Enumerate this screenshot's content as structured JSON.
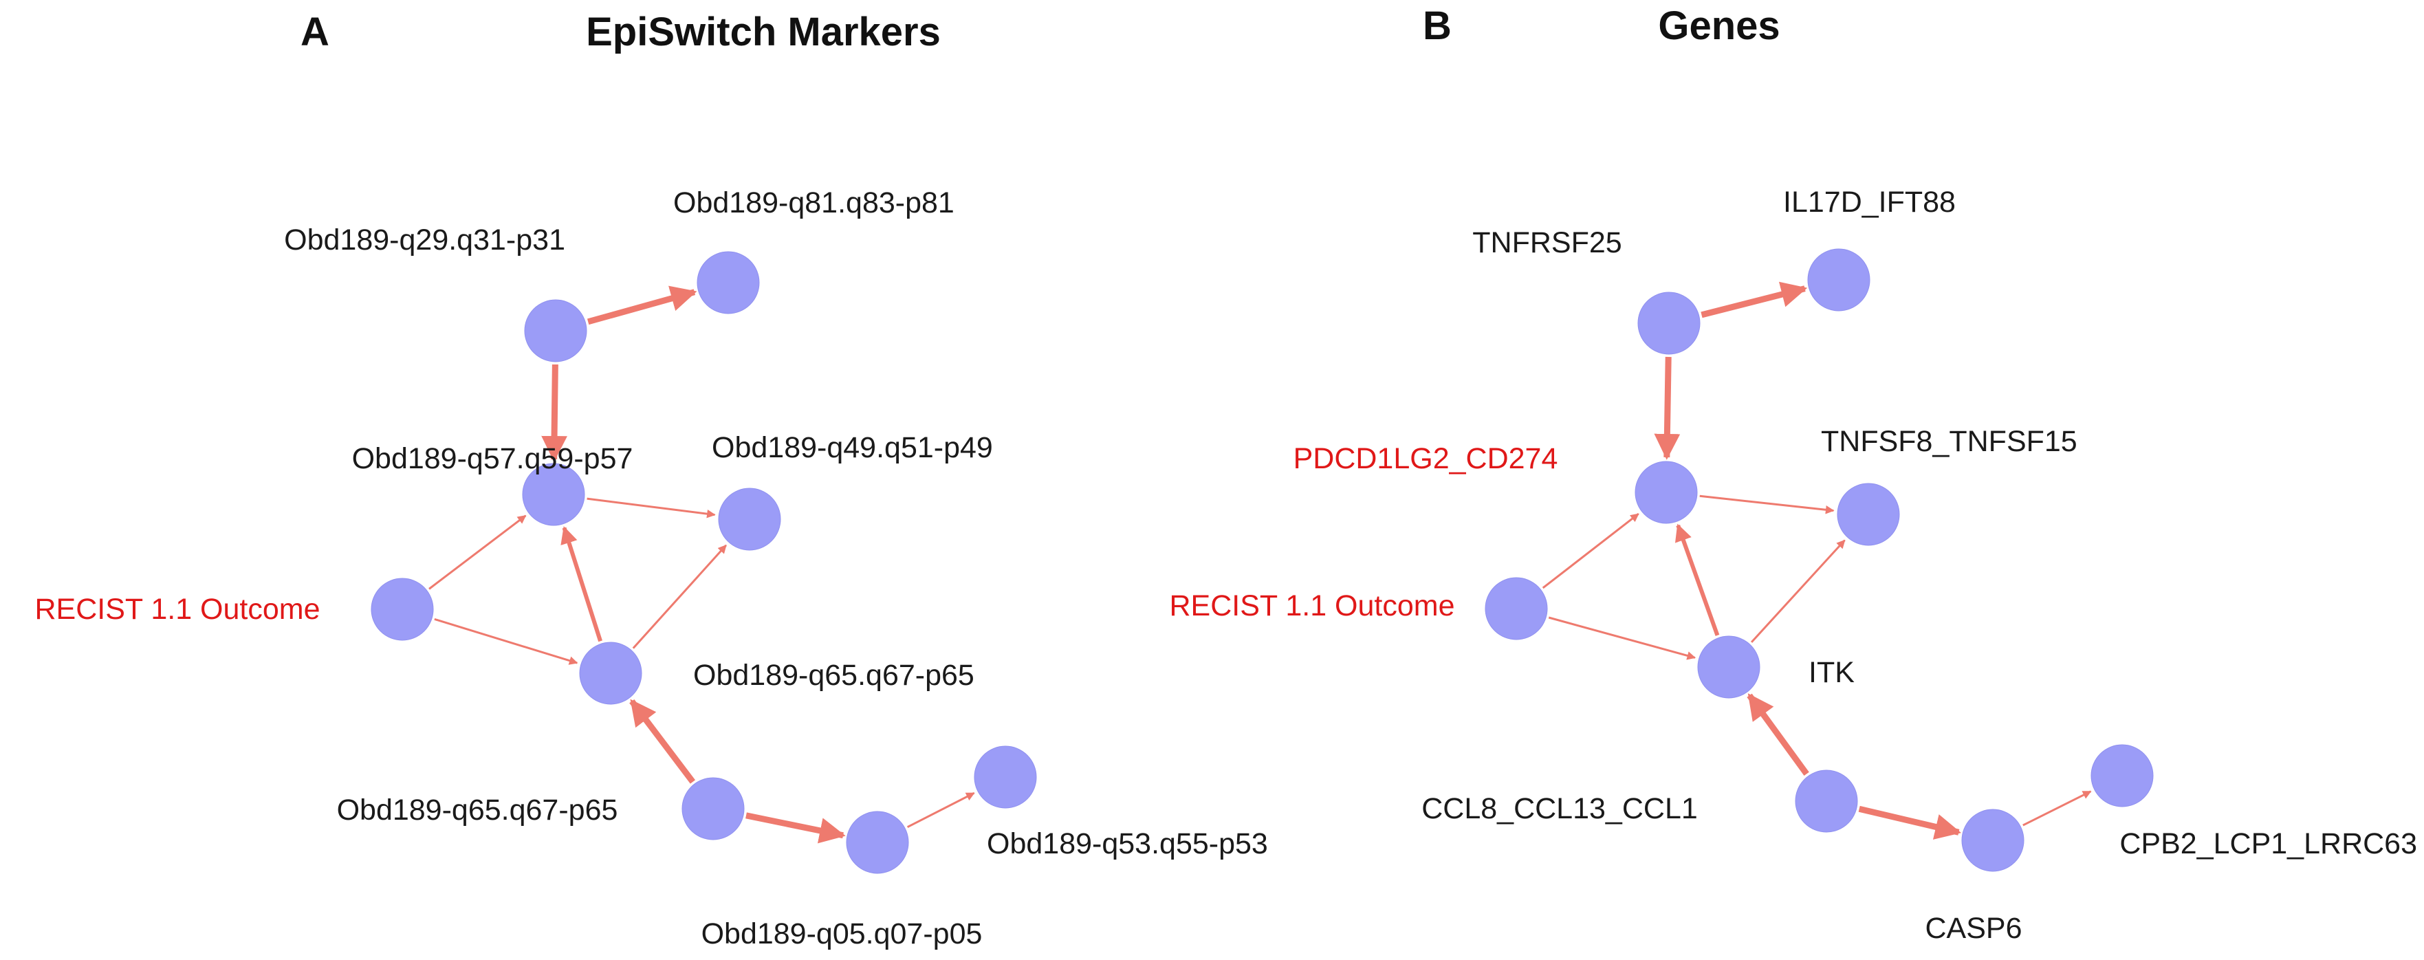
{
  "panels": [
    {
      "letter": "A",
      "title": "EpiSwitch Markers",
      "colors": {
        "node": "#9b9cf7",
        "edge": "#ee7a6e",
        "highlight": "#e01818"
      },
      "nodes": [
        {
          "id": "a_q29",
          "label": "Obd189-q29.q31-p31",
          "highlight": false
        },
        {
          "id": "a_q81",
          "label": "Obd189-q81.q83-p81",
          "highlight": false
        },
        {
          "id": "a_q57",
          "label": "Obd189-q57.q59-p57",
          "highlight": false
        },
        {
          "id": "a_q49",
          "label": "Obd189-q49.q51-p49",
          "highlight": false
        },
        {
          "id": "a_recist",
          "label": "RECIST 1.1 Outcome",
          "highlight": true
        },
        {
          "id": "a_q65a",
          "label": "Obd189-q65.q67-p65",
          "highlight": false
        },
        {
          "id": "a_q65b",
          "label": "Obd189-q65.q67-p65",
          "highlight": false
        },
        {
          "id": "a_q05",
          "label": "Obd189-q05.q07-p05",
          "highlight": false
        },
        {
          "id": "a_q53",
          "label": "Obd189-q53.q55-p53",
          "highlight": false
        }
      ],
      "edges": [
        {
          "from": "a_q29",
          "to": "a_q81",
          "strength": "strong"
        },
        {
          "from": "a_q29",
          "to": "a_q57",
          "strength": "strong"
        },
        {
          "from": "a_q57",
          "to": "a_q49",
          "strength": "weak"
        },
        {
          "from": "a_recist",
          "to": "a_q57",
          "strength": "weak"
        },
        {
          "from": "a_recist",
          "to": "a_q65a",
          "strength": "weak"
        },
        {
          "from": "a_q65a",
          "to": "a_q57",
          "strength": "medium"
        },
        {
          "from": "a_q65a",
          "to": "a_q49",
          "strength": "weak"
        },
        {
          "from": "a_q65b",
          "to": "a_q65a",
          "strength": "strong"
        },
        {
          "from": "a_q65b",
          "to": "a_q05",
          "strength": "strong"
        },
        {
          "from": "a_q05",
          "to": "a_q53",
          "strength": "weak"
        }
      ]
    },
    {
      "letter": "B",
      "title": "Genes",
      "colors": {
        "node": "#9b9cf7",
        "edge": "#ee7a6e",
        "highlight": "#e01818"
      },
      "nodes": [
        {
          "id": "b_tnfrsf25",
          "label": "TNFRSF25",
          "highlight": false
        },
        {
          "id": "b_il17d",
          "label": "IL17D_IFT88",
          "highlight": false
        },
        {
          "id": "b_pdcd1lg2",
          "label": "PDCD1LG2_CD274",
          "highlight": true
        },
        {
          "id": "b_tnfsf8",
          "label": "TNFSF8_TNFSF15",
          "highlight": false
        },
        {
          "id": "b_recist",
          "label": "RECIST 1.1 Outcome",
          "highlight": true
        },
        {
          "id": "b_itk",
          "label": "ITK",
          "highlight": false
        },
        {
          "id": "b_ccl8",
          "label": "CCL8_CCL13_CCL1",
          "highlight": false
        },
        {
          "id": "b_casp6",
          "label": "CASP6",
          "highlight": false
        },
        {
          "id": "b_cpb2",
          "label": "CPB2_LCP1_LRRC63",
          "highlight": false
        }
      ],
      "edges": [
        {
          "from": "b_tnfrsf25",
          "to": "b_il17d",
          "strength": "strong"
        },
        {
          "from": "b_tnfrsf25",
          "to": "b_pdcd1lg2",
          "strength": "strong"
        },
        {
          "from": "b_pdcd1lg2",
          "to": "b_tnfsf8",
          "strength": "weak"
        },
        {
          "from": "b_recist",
          "to": "b_pdcd1lg2",
          "strength": "weak"
        },
        {
          "from": "b_recist",
          "to": "b_itk",
          "strength": "weak"
        },
        {
          "from": "b_itk",
          "to": "b_pdcd1lg2",
          "strength": "medium"
        },
        {
          "from": "b_itk",
          "to": "b_tnfsf8",
          "strength": "weak"
        },
        {
          "from": "b_ccl8",
          "to": "b_itk",
          "strength": "strong"
        },
        {
          "from": "b_ccl8",
          "to": "b_casp6",
          "strength": "strong"
        },
        {
          "from": "b_casp6",
          "to": "b_cpb2",
          "strength": "weak"
        }
      ]
    }
  ]
}
